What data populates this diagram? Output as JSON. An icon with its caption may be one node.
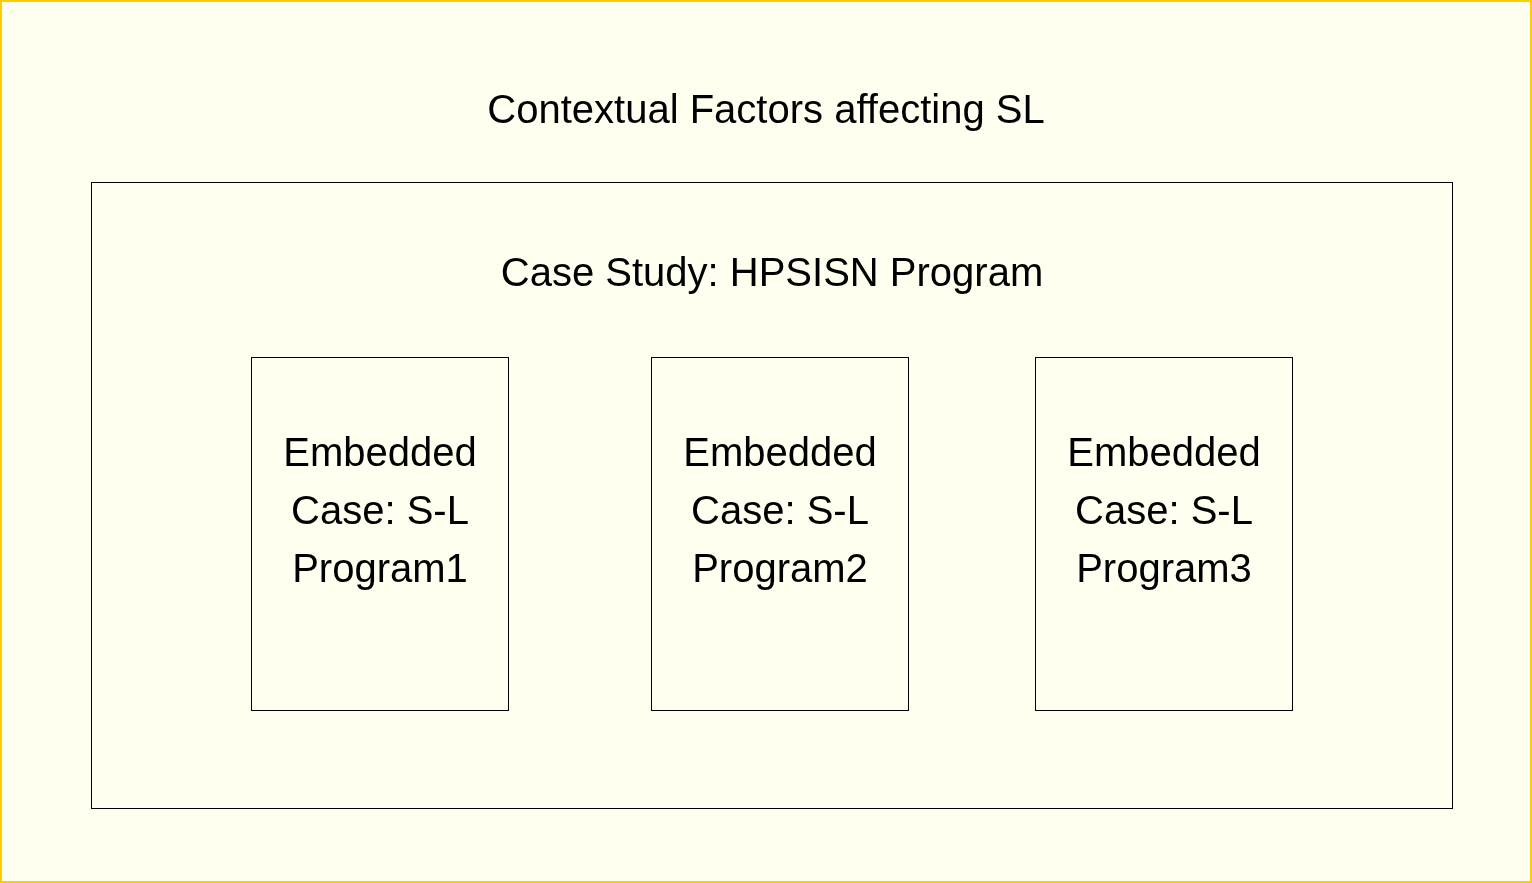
{
  "diagram": {
    "nodes": [
      {
        "text": [
          "Contextual Factors affecting SL"
        ]
      },
      {
        "text": [
          "Case Study: HPSISN Program"
        ],
        "in": 0
      },
      {
        "text": [
          "Embedded Case: S-L Program1"
        ],
        "in": 1
      },
      {
        "text": [
          "Embedded Case: S-L Program2"
        ],
        "in": 1
      },
      {
        "text": [
          "Embedded Case: S-L Program3"
        ],
        "in": 1
      }
    ]
  }
}
